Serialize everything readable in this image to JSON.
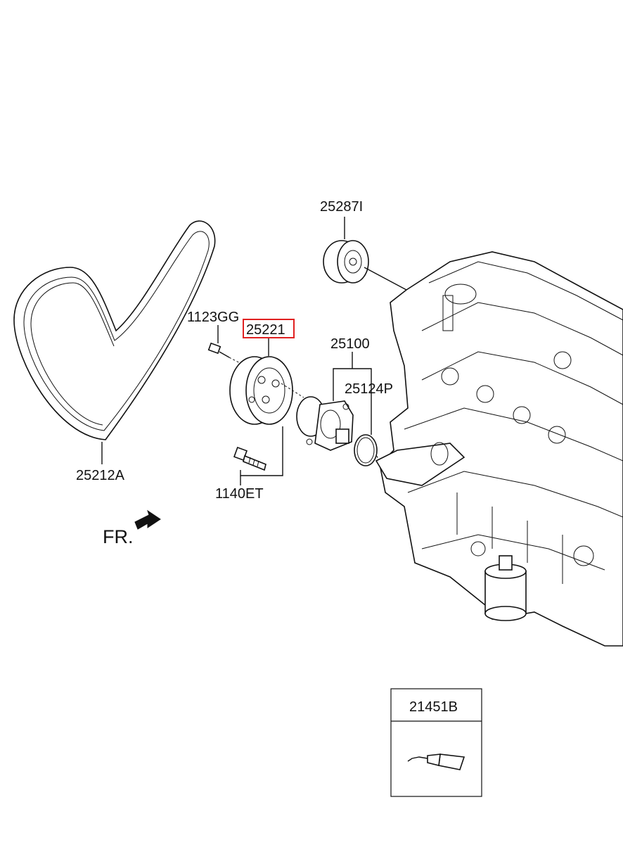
{
  "diagram": {
    "labels": {
      "idler_pulley": "25287I",
      "bolt_small": "1123GG",
      "water_pump_pulley": "25221",
      "water_pump": "25100",
      "gasket": "25124P",
      "drive_belt": "25212A",
      "bolt_long": "1140ET",
      "front_indicator": "FR.",
      "sealant": "21451B"
    },
    "highlight_color": "#e02020"
  }
}
